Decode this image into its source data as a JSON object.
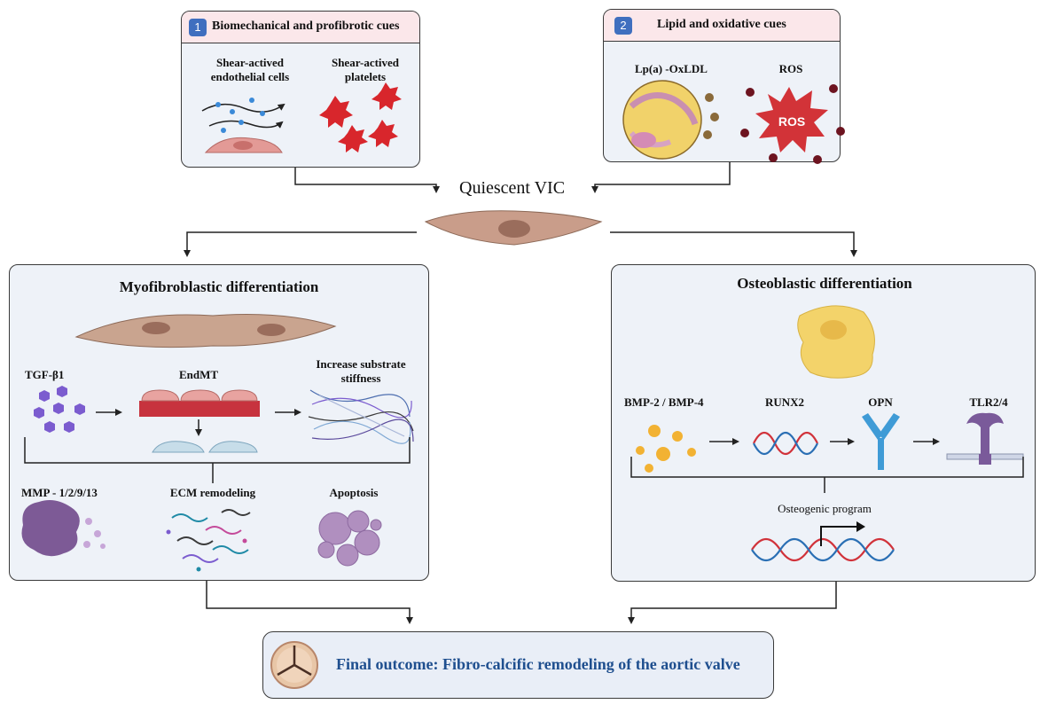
{
  "cues": {
    "biomech": {
      "badge": "1",
      "title": "Biomechanical and profibrotic cues",
      "endothelial": [
        "Shear-actived",
        "endothelial cells"
      ],
      "platelets": [
        "Shear-actived",
        "platelets"
      ]
    },
    "lipid": {
      "badge": "2",
      "title": "Lipid and oxidative cues",
      "lpa": "Lp(a) -OxLDL",
      "ros": "ROS",
      "ros_burst": "ROS"
    }
  },
  "center": {
    "label": "Quiescent VIC"
  },
  "myo": {
    "title": "Myofibroblastic differentiation",
    "tgf": "TGF-β1",
    "endmt": "EndMT",
    "stiffness": [
      "Increase substrate",
      "stiffness"
    ],
    "mmp": "MMP - 1/2/9/13",
    "ecm": "ECM remodeling",
    "apoptosis": "Apoptosis"
  },
  "osteo": {
    "title": "Osteoblastic differentiation",
    "bmp": "BMP-2 / BMP-4",
    "runx2": "RUNX2",
    "opn": "OPN",
    "tlr": "TLR2/4",
    "program": "Osteogenic program"
  },
  "final": {
    "text": "Final outcome: Fibro-calcific remodeling of the aortic valve"
  },
  "colors": {
    "panel_bg": "#eef2f8",
    "header_bg": "#fbe7ea",
    "badge": "#3f6fbf",
    "final_text": "#1f4f8f",
    "platelet": "#d8262c",
    "ros_burst": "#d23338",
    "dna_red": "#d1323a",
    "dna_blue": "#2a6fb4",
    "bmp": "#f2b233",
    "tgf": "#7b5ccf",
    "opn": "#3f9bd6",
    "tlr": "#7a5a9a"
  }
}
